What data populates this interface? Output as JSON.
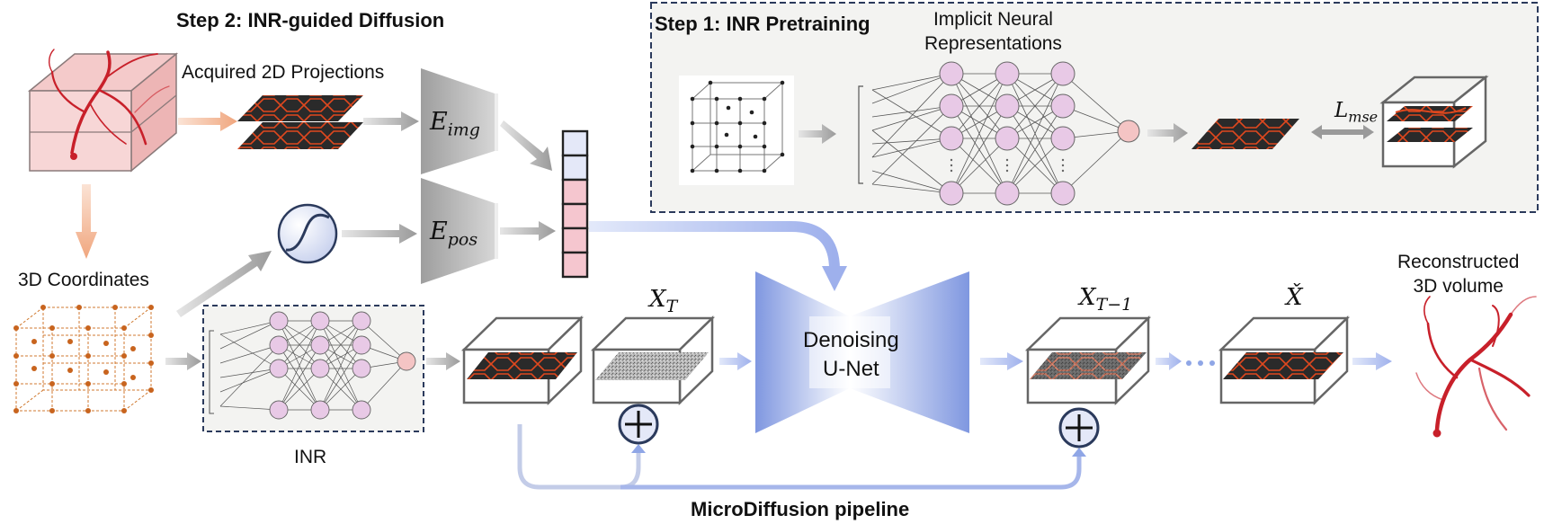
{
  "step2": {
    "title": "Step 2: INR-guided Diffusion"
  },
  "step1": {
    "title": "Step 1: INR Pretraining",
    "inr_caption": "Implicit Neural\nRepresentations",
    "loss_label": "L",
    "loss_sub": "mse"
  },
  "labels": {
    "acquired": "Acquired 2D Projections",
    "coords": "3D Coordinates",
    "inr": "INR",
    "e_img": "E",
    "e_img_sub": "img",
    "e_pos": "E",
    "e_pos_sub": "pos",
    "xt": "X",
    "xt_sub": "T",
    "xt1": "X",
    "xt1_sub": "T−1",
    "xhat": "X̌",
    "unet": "Denoising\nU-Net",
    "reconstructed": "Reconstructed\n3D volume",
    "pipeline": "MicroDiffusion pipeline"
  },
  "colors": {
    "accent": "#8FA6E6",
    "vessel": "#C8202A",
    "node": "#E8C9E6",
    "box_border": "#2B3A5C"
  }
}
